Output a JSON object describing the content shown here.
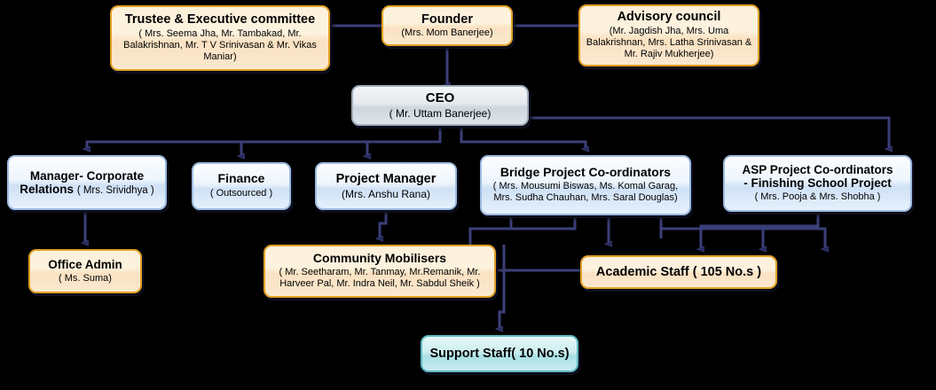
{
  "chart": {
    "type": "org-chart",
    "title": "Organisation structure chart",
    "background": "#000000",
    "colors": {
      "cream_fill": "#fdf1dc",
      "cream_border": "#e0a124",
      "silver_fill": "#e6eaee",
      "silver_border": "#9facb8",
      "blue_fill": "#eef5fd",
      "blue_border": "#9dbbe0",
      "teal_fill": "#cdeef0",
      "teal_border": "#5fb9c2",
      "connector": "#3b3f78"
    }
  },
  "nodes": {
    "trustee": {
      "title": "Trustee & Executive committee",
      "subtitle": "( Mrs. Seema Jha, Mr. Tambakad, Mr. Balakrishnan, Mr. T V Srinivasan & Mr. Vikas Maniar)",
      "style": "cream"
    },
    "founder": {
      "title": "Founder",
      "subtitle": "(Mrs. Mom Banerjee)",
      "style": "cream"
    },
    "advisory": {
      "title": "Advisory council",
      "subtitle": "(Mr. Jagdish Jha, Mrs. Uma Balakrishnan, Mrs. Latha Srinivasan & Mr. Rajiv Mukherjee)",
      "style": "cream"
    },
    "ceo": {
      "title": "CEO",
      "subtitle": "( Mr. Uttam Banerjee)",
      "style": "silver"
    },
    "manager_corporate_relations": {
      "title": "Manager- Corporate",
      "title2": "Relations",
      "inline_subtitle": "( Mrs. Srividhya )",
      "style": "blue"
    },
    "finance": {
      "title": "Finance",
      "subtitle": "( Outsourced )",
      "style": "blue"
    },
    "project_manager": {
      "title": "Project Manager",
      "subtitle": "(Mrs. Anshu Rana)",
      "style": "blue"
    },
    "bridge_coordinators": {
      "title": "Bridge Project Co-ordinators",
      "subtitle": "( Mrs. Mousumi Biswas, Ms. Komal Garag, Mrs. Sudha Chauhan, Mrs. Saral Douglas)",
      "style": "blue"
    },
    "asp_coordinators": {
      "title": "ASP Project Co-ordinators",
      "title2": "- Finishing School Project",
      "subtitle": "( Mrs. Pooja & Mrs. Shobha )",
      "style": "blue"
    },
    "office_admin": {
      "title": "Office Admin",
      "subtitle": "( Ms. Suma)",
      "style": "cream"
    },
    "community_mobilisers": {
      "title": "Community Mobilisers",
      "subtitle": "( Mr. Seetharam, Mr. Tanmay, Mr.Remanik, Mr. Harveer Pal, Mr. Indra Neil, Mr. Sabdul Sheik )",
      "style": "cream"
    },
    "academic_staff": {
      "title": "Academic Staff ( 105 No.s )",
      "style": "cream"
    },
    "support_staff": {
      "title": "Support Staff( 10 No.s)",
      "style": "teal"
    }
  },
  "edges": [
    {
      "from": "trustee",
      "to": "founder"
    },
    {
      "from": "founder",
      "to": "advisory"
    },
    {
      "from": "founder",
      "to": "ceo"
    },
    {
      "from": "ceo",
      "to": "manager_corporate_relations"
    },
    {
      "from": "ceo",
      "to": "finance"
    },
    {
      "from": "ceo",
      "to": "project_manager"
    },
    {
      "from": "ceo",
      "to": "bridge_coordinators"
    },
    {
      "from": "ceo",
      "to": "asp_coordinators"
    },
    {
      "from": "manager_corporate_relations",
      "to": "office_admin"
    },
    {
      "from": "project_manager",
      "to": "community_mobilisers"
    },
    {
      "from": "bridge_coordinators",
      "to": "community_mobilisers"
    },
    {
      "from": "bridge_coordinators",
      "to": "academic_staff"
    },
    {
      "from": "bridge_coordinators",
      "to": "support_staff"
    },
    {
      "from": "asp_coordinators",
      "to": "academic_staff"
    },
    {
      "from": "community_mobilisers",
      "to": "academic_staff"
    },
    {
      "from": "community_mobilisers",
      "to": "support_staff"
    }
  ]
}
